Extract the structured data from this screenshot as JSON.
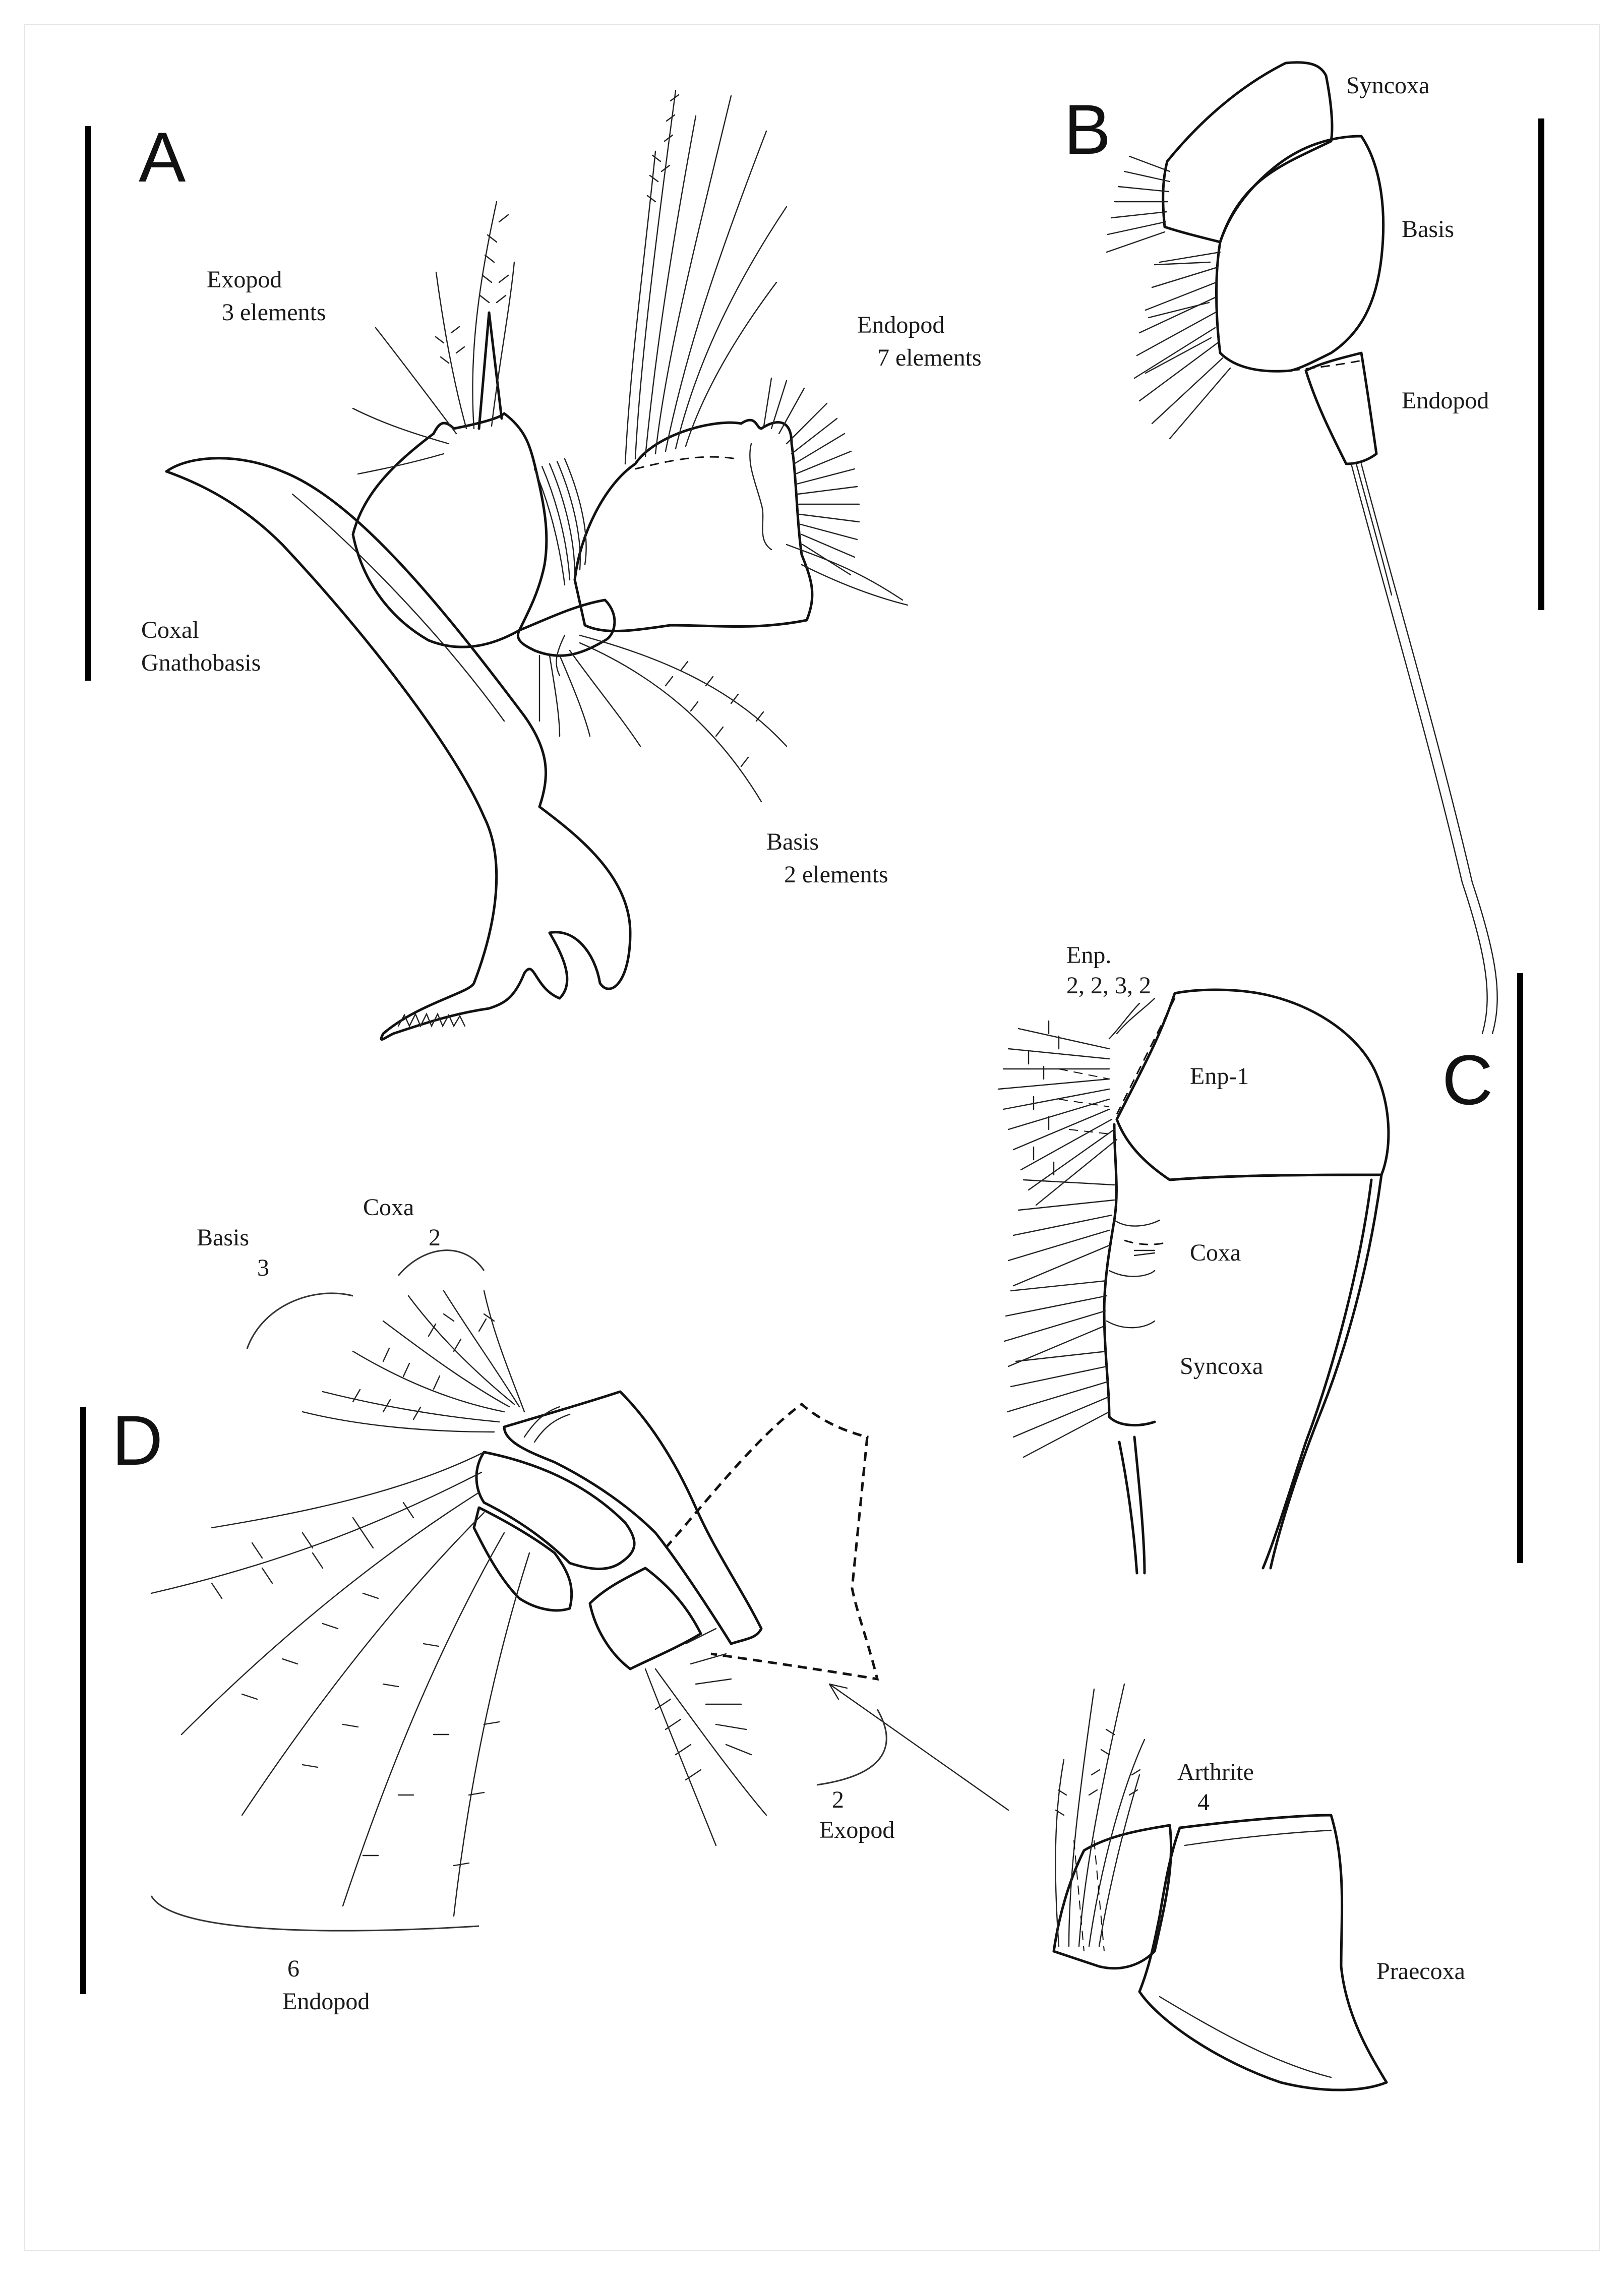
{
  "panels": {
    "A": {
      "letter": "A",
      "labels": {
        "exopod_title": "Exopod",
        "exopod_count": "3 elements",
        "endopod_title": "Endopod",
        "endopod_count": "7 elements",
        "gnathobasis_line1": "Coxal",
        "gnathobasis_line2": "Gnathobasis",
        "basis_title": "Basis",
        "basis_count": "2 elements"
      }
    },
    "B": {
      "letter": "B",
      "labels": {
        "syncoxa": "Syncoxa",
        "basis": "Basis",
        "endopod": "Endopod"
      }
    },
    "C": {
      "letter": "C",
      "labels": {
        "enp_title": "Enp.",
        "enp_counts": "2, 2, 3, 2",
        "enp1": "Enp-1",
        "coxa": "Coxa",
        "syncoxa": "Syncoxa"
      }
    },
    "D": {
      "letter": "D",
      "labels": {
        "basis_title": "Basis",
        "basis_count": "3",
        "coxa_title": "Coxa",
        "coxa_count": "2",
        "exopod_count": "2",
        "exopod_title": "Exopod",
        "endopod_count": "6",
        "endopod_title": "Endopod",
        "arthrite_title": "Arthrite",
        "arthrite_count": "4",
        "praecoxa": "Praecoxa"
      }
    }
  },
  "colors": {
    "ink": "#111111",
    "background": "#ffffff",
    "border": "#e6e6e6"
  }
}
